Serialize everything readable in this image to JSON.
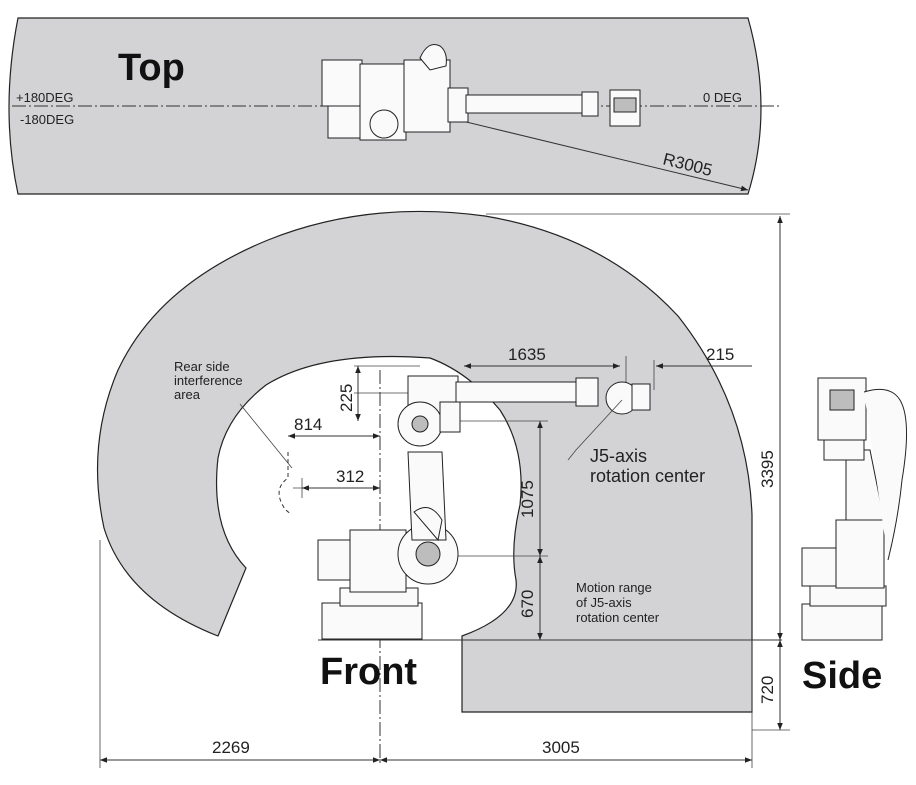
{
  "views": {
    "top": "Top",
    "front": "Front",
    "side": "Side"
  },
  "top_view": {
    "angle_pos": "+180DEG",
    "angle_neg": "-180DEG",
    "angle_zero": "0 DEG",
    "radius": "R3005"
  },
  "front_view": {
    "dims": {
      "arm_length": "1635",
      "wrist_offset": "215",
      "upper_offset": "225",
      "rear_interference": "814",
      "rear_offset": "312",
      "arm_height": "1075",
      "base_height": "670",
      "total_height": "3395",
      "below_floor": "720",
      "rear_reach": "2269",
      "front_reach": "3005"
    },
    "notes": {
      "rear_interference": [
        "Rear side",
        "interference",
        "area"
      ],
      "j5_center": [
        "J5-axis",
        "rotation center"
      ],
      "motion_range": [
        "Motion range",
        "of J5-axis",
        "rotation center"
      ]
    }
  },
  "colors": {
    "zone_fill": "#d3d3d5",
    "line": "#222222"
  }
}
